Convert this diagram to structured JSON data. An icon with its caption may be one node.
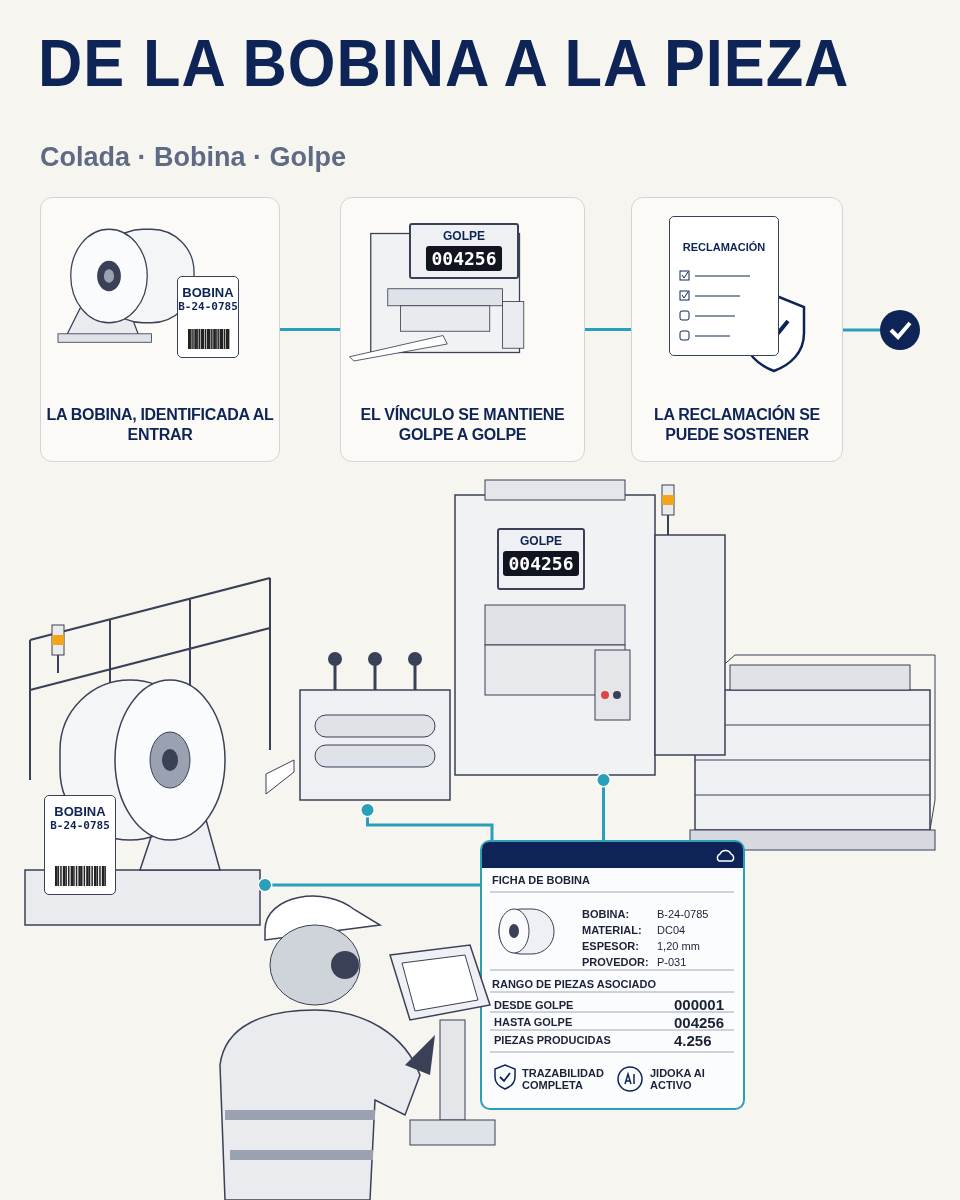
{
  "diagram": {
    "title": "DE LA BOBINA A LA PIEZA",
    "nodes": [
      {
        "text": [
          "LA BOBINA, IDENTIFICADA AL ENTRAR"
        ]
      },
      {
        "text": [
          "BOBINA",
          "B-24-0785"
        ],
        "in": 0
      },
      {
        "text": [
          "EL VÍNCULO SE MANTIENE GOLPE A GOLPE"
        ]
      },
      {
        "text": [
          "GOLPE",
          "004256"
        ],
        "in": 2
      },
      {
        "text": [
          "LA RECLAMACIÓN SE PUEDE SOSTENER"
        ]
      },
      {
        "text": [
          "RECLAMACIÓN"
        ],
        "in": 4
      },
      {
        "text": [],
        "shape": "circle"
      },
      {
        "text": [],
        "shape": "picture"
      },
      {
        "text": [
          "BOBINA",
          "B-24-0785"
        ],
        "in": 7
      },
      {
        "text": [],
        "shape": "picture"
      },
      {
        "text": [],
        "shape": "picture"
      },
      {
        "text": [
          "GOLPE",
          "004256"
        ],
        "in": 10
      },
      {
        "text": [
          "FICHA DE BOBINA",
          "BOBINA:",
          "B-24-0785",
          "MATERIAL:",
          "DC04",
          "ESPESOR:",
          "1,20 mm",
          "PROVEDOR:",
          "P-031",
          "RANGO DE PIEZAS ASOCIADO",
          "DESDE GOLPE",
          "000001",
          "HASTA GOLPE",
          "004256",
          "PIEZAS PRODUCIDAS",
          "4.256",
          "TRAZABILIDAD COMPLETA",
          "JIDOKA AI ACTIVO"
        ]
      }
    ],
    "edges": [
      {
        "from": 0,
        "to": 2,
        "arrow": "none"
      },
      {
        "from": 2,
        "to": 4,
        "arrow": "none"
      },
      {
        "from": 4,
        "to": 6,
        "arrow": "none"
      },
      {
        "from": 12,
        "to": 7,
        "arrow": "other"
      },
      {
        "from": 12,
        "to": 9,
        "arrow": "other"
      },
      {
        "from": 12,
        "to": 10,
        "arrow": "other"
      }
    ],
    "labels": [
      "Colada · Bobina · Golpe"
    ]
  }
}
